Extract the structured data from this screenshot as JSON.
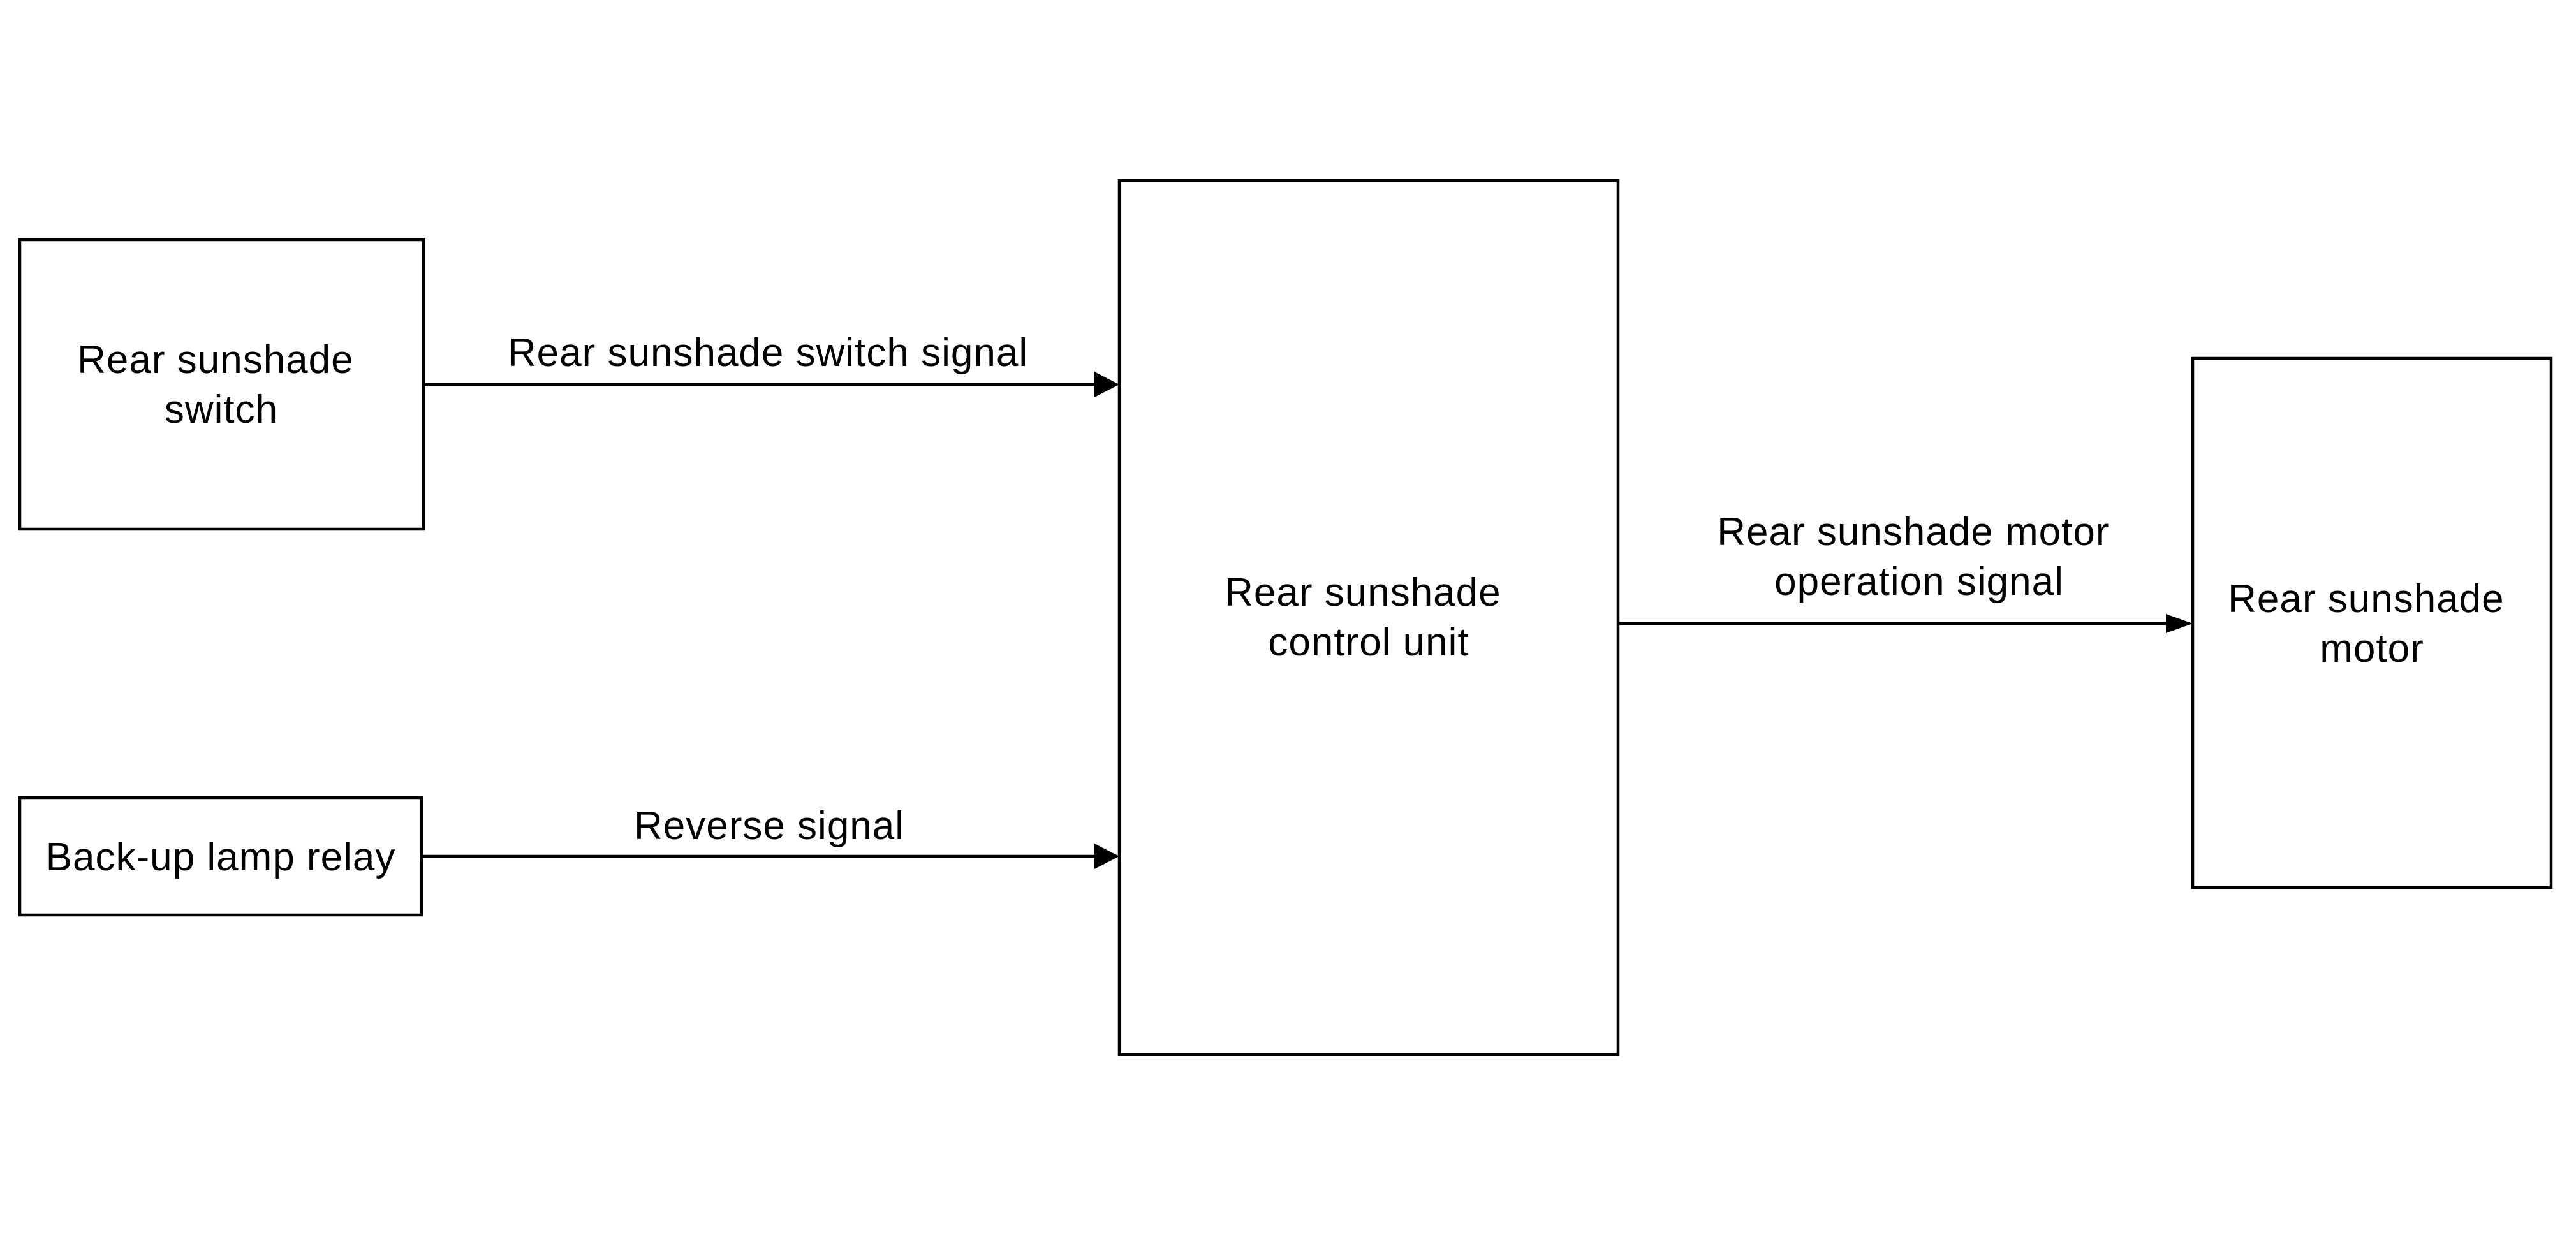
{
  "nodes": {
    "switch": {
      "lines": [
        "Rear sunshade",
        "switch"
      ]
    },
    "relay": {
      "lines": [
        "Back-up lamp relay"
      ]
    },
    "control_unit": {
      "lines": [
        "Rear sunshade",
        "control unit"
      ]
    },
    "motor": {
      "lines": [
        "Rear sunshade",
        "motor"
      ]
    }
  },
  "edges": {
    "switch_signal": {
      "from": "switch",
      "to": "control_unit",
      "lines": [
        "Rear sunshade switch signal"
      ]
    },
    "reverse_signal": {
      "from": "relay",
      "to": "control_unit",
      "lines": [
        "Reverse signal"
      ]
    },
    "motor_signal": {
      "from": "control_unit",
      "to": "motor",
      "lines": [
        "Rear sunshade motor",
        "operation signal"
      ]
    }
  }
}
